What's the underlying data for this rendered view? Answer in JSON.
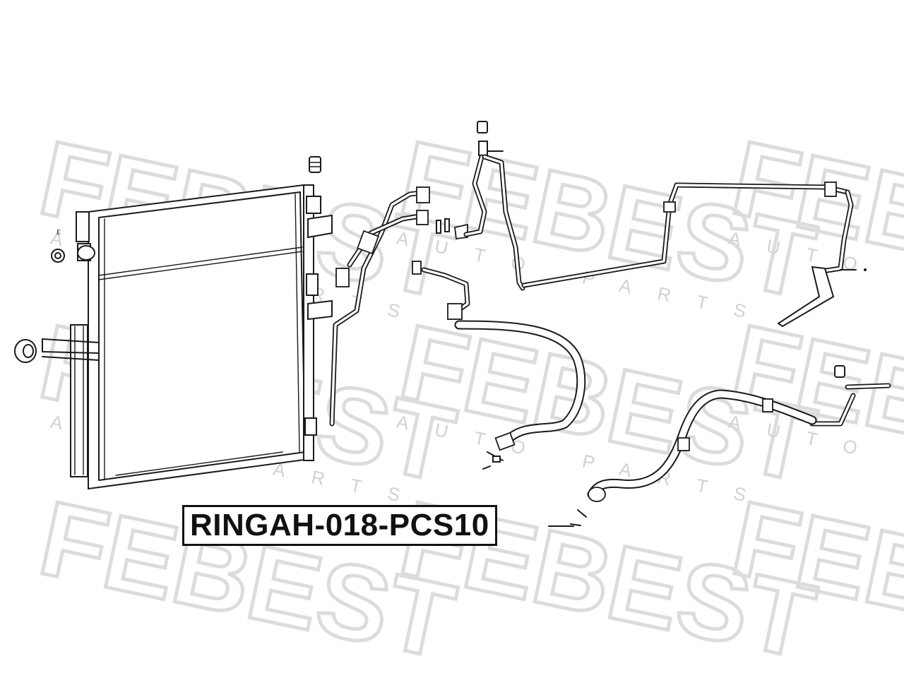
{
  "watermark": {
    "brand": "FEBEST",
    "tagline": "AUTO PARTS"
  },
  "part_number": "RINGAH-018-PCS10"
}
